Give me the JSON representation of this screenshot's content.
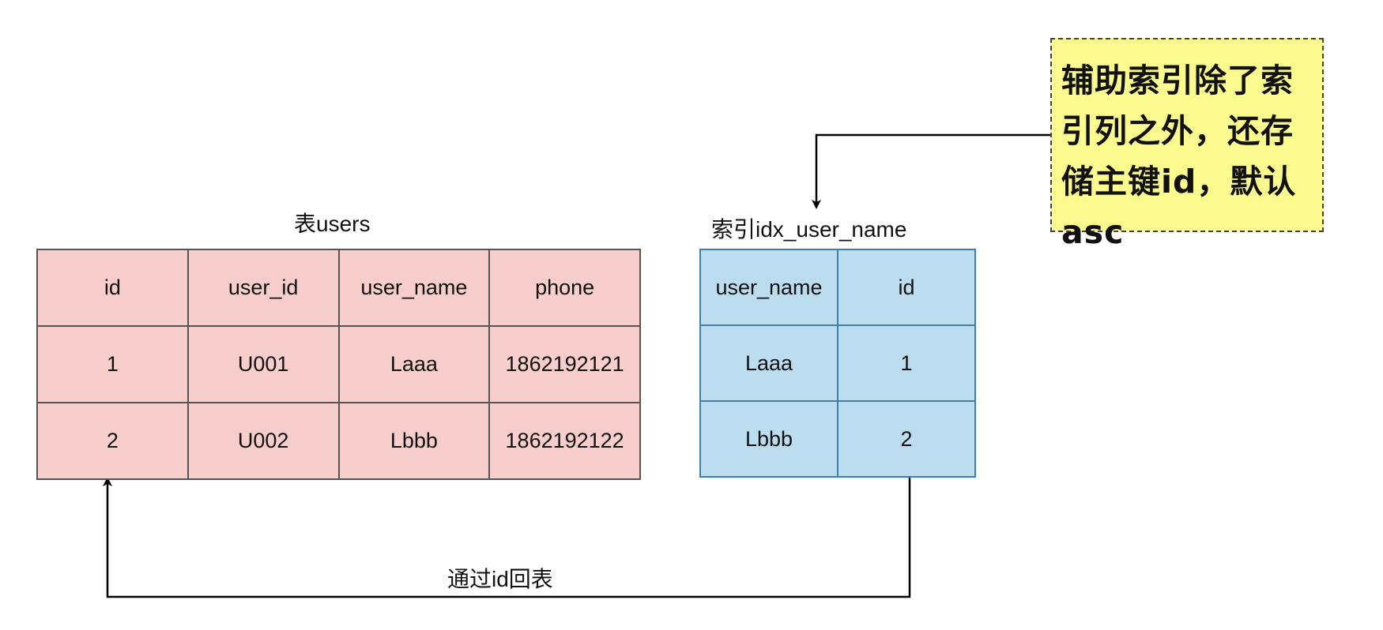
{
  "users_table": {
    "title": "表users",
    "headers": [
      "id",
      "user_id",
      "user_name",
      "phone"
    ],
    "rows": [
      [
        "1",
        "U001",
        "Laaa",
        "1862192121"
      ],
      [
        "2",
        "U002",
        "Lbbb",
        "1862192122"
      ]
    ],
    "fill_color": "#f8cecc",
    "border_color": "#555555"
  },
  "index_table": {
    "title": "索引idx_user_name",
    "headers": [
      "user_name",
      "id"
    ],
    "rows": [
      [
        "Laaa",
        "1"
      ],
      [
        "Lbbb",
        "2"
      ]
    ],
    "fill_color": "#bcdcef",
    "border_color": "#3f7fad"
  },
  "note": {
    "text": "辅助索引除了索引列之外，还存储主键id，默认asc",
    "fill_color": "#fafa8e"
  },
  "back_lookup_label": "通过id回表"
}
